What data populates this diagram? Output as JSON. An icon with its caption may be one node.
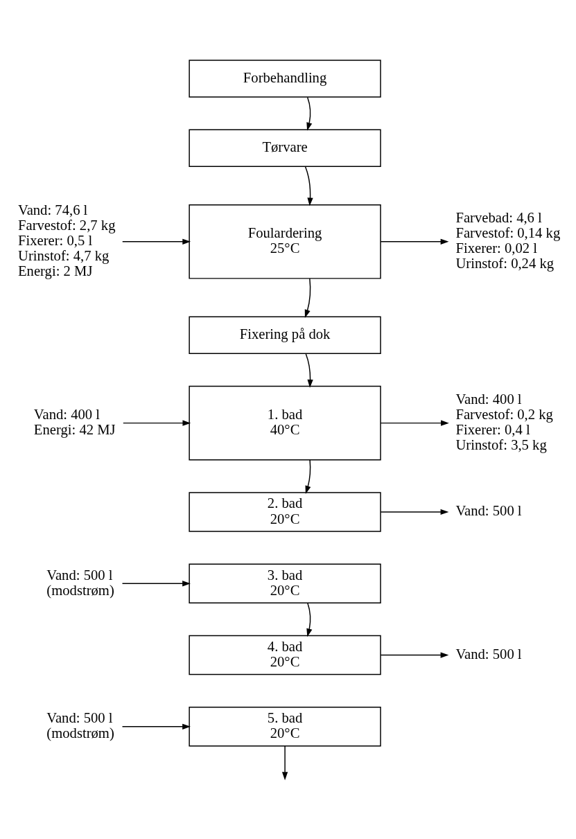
{
  "diagram": {
    "nodes": [
      {
        "text": [
          "Forbehandling"
        ]
      },
      {
        "text": [
          "Tørvare"
        ]
      },
      {
        "text": [
          "Foulardering",
          "25°C"
        ]
      },
      {
        "text": [
          "Vand: 74,6 l",
          "Farvestof: 2,7 kg",
          "Fixerer: 0,5 l",
          "Urinstof: 4,7 kg",
          "Energi: 2 MJ"
        ]
      },
      {
        "text": [
          "Farvebad: 4,6 l",
          "Farvestof: 0,14 kg",
          "Fixerer: 0,02 l",
          "Urinstof: 0,24 kg"
        ]
      },
      {
        "text": [
          "Fixering på dok"
        ]
      },
      {
        "text": [
          "1. bad",
          "40°C"
        ]
      },
      {
        "text": [
          "Vand: 400 l",
          "Energi: 42 MJ"
        ]
      },
      {
        "text": [
          "Vand: 400 l",
          "Farvestof: 0,2 kg",
          "Fixerer: 0,4 l",
          "Urinstof: 3,5 kg"
        ]
      },
      {
        "text": [
          "2. bad",
          "20°C"
        ]
      },
      {
        "text": [
          "Vand: 500 l"
        ]
      },
      {
        "text": [
          "3. bad",
          "20°C"
        ]
      },
      {
        "text": [
          "Vand: 500 l",
          "(modstrøm)"
        ]
      },
      {
        "text": [
          "4. bad",
          "20°C"
        ]
      },
      {
        "text": [
          "Vand: 500 l"
        ]
      },
      {
        "text": [
          "5. bad",
          "20°C"
        ]
      },
      {
        "text": [
          "Vand: 500 l",
          "(modstrøm)"
        ]
      }
    ],
    "edges": [
      {
        "from": 0,
        "to": 1,
        "arrow": "to"
      },
      {
        "from": 1,
        "to": 2,
        "arrow": "to"
      },
      {
        "from": 3,
        "to": 2,
        "arrow": "to"
      },
      {
        "from": 2,
        "to": 4,
        "arrow": "to"
      },
      {
        "from": 2,
        "to": 5,
        "arrow": "to"
      },
      {
        "from": 5,
        "to": 6,
        "arrow": "to"
      },
      {
        "from": 7,
        "to": 6,
        "arrow": "to"
      },
      {
        "from": 6,
        "to": 8,
        "arrow": "to"
      },
      {
        "from": 6,
        "to": 9,
        "arrow": "to"
      },
      {
        "from": 9,
        "to": 10,
        "arrow": "to"
      },
      {
        "from": 12,
        "to": 11,
        "arrow": "to"
      },
      {
        "from": 11,
        "to": 13,
        "arrow": "to"
      },
      {
        "from": 13,
        "to": 14,
        "arrow": "to"
      },
      {
        "from": 16,
        "to": 15,
        "arrow": "to"
      },
      {
        "from": 15,
        "to": null,
        "arrow": "to"
      }
    ]
  }
}
